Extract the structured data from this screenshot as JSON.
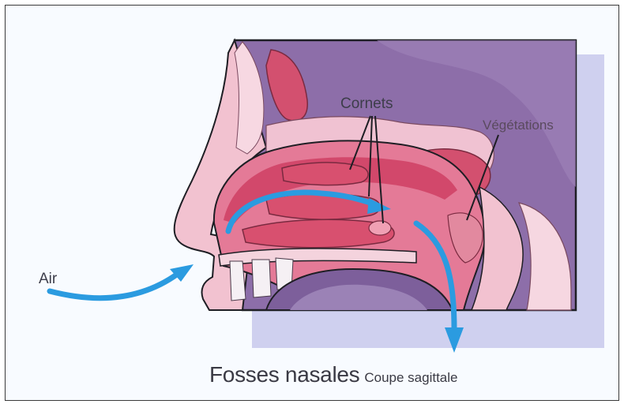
{
  "labels": {
    "cornets": "Cornets",
    "vegetations": "Végétations",
    "air": "Air"
  },
  "caption": {
    "title": "Fosses nasales",
    "subtitle": "Coupe sagittale"
  },
  "colors": {
    "skin": "#f3c4d2",
    "mucosa": "#d54a6c",
    "cavity": "#e77a98",
    "brain_purple": "#8a6aa6",
    "shadow": "#c9c9ea",
    "airflow": "#2b9be0",
    "outline": "#1e1e24"
  }
}
